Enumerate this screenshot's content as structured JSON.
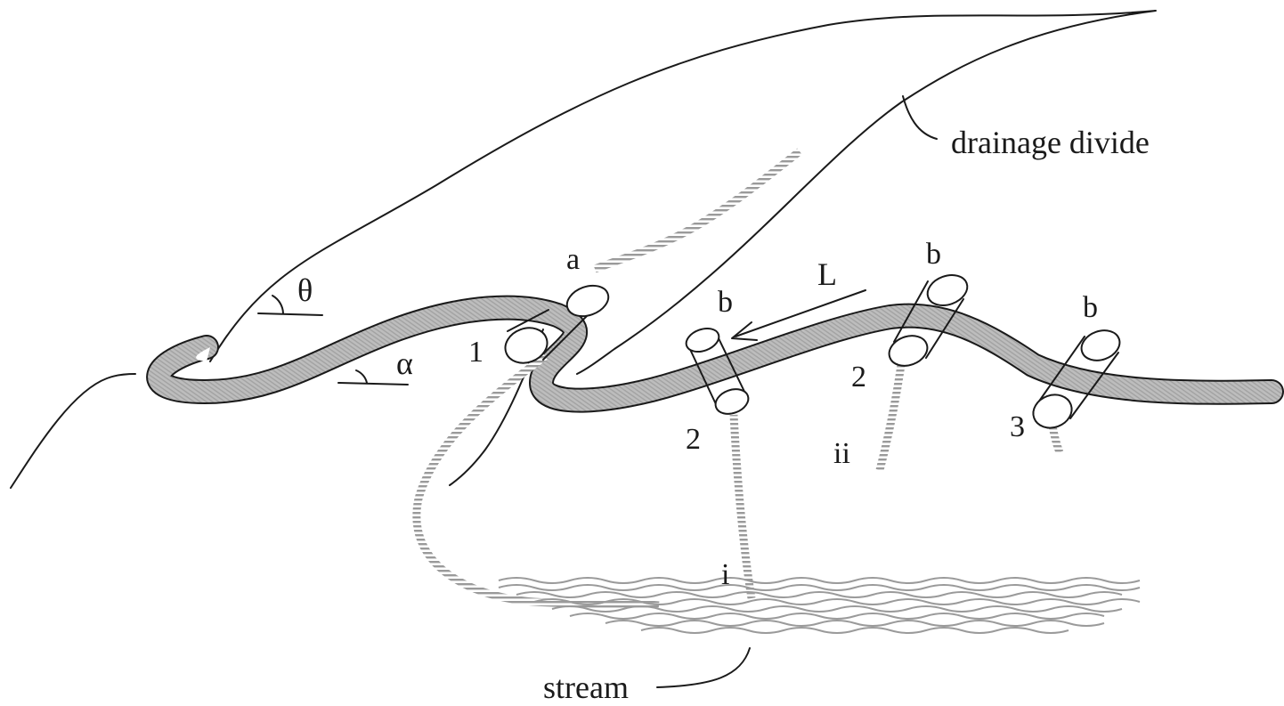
{
  "labels": {
    "drainage_divide": "drainage divide",
    "stream": "stream",
    "theta": "θ",
    "alpha": "α",
    "L": "L",
    "a": "a",
    "b1": "b",
    "b2": "b",
    "b3": "b",
    "n1": "1",
    "n2a": "2",
    "n2b": "2",
    "n3": "3",
    "i": "i",
    "ii": "ii"
  },
  "colors": {
    "road_fill": "#b3b3b3",
    "outline": "#1a1a1a",
    "hatch": "#9a9a9a",
    "background": "#ffffff"
  }
}
